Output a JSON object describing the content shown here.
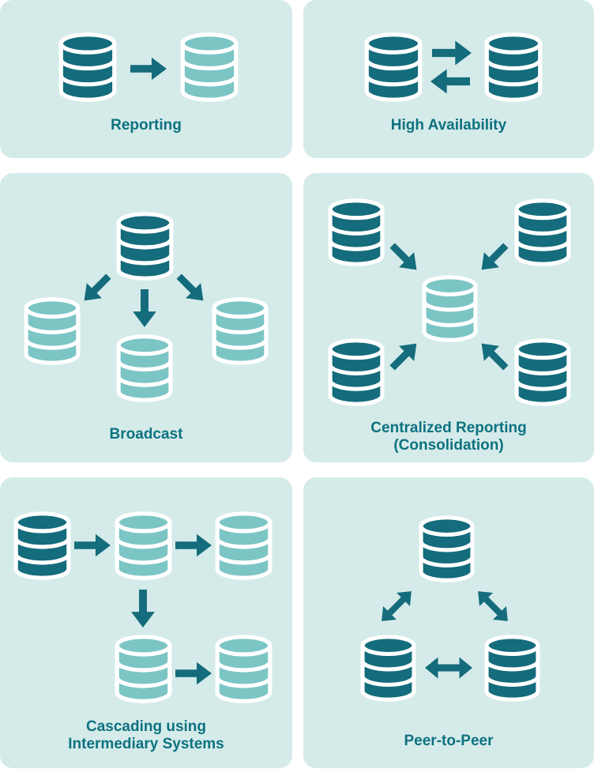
{
  "colors": {
    "page_bg": "#ffffff",
    "panel_bg": "#d5ebea",
    "db_dark": "#146c7c",
    "db_light": "#7cc5c5",
    "arrow": "#146c7c",
    "label_text": "#0d7280"
  },
  "icons": {
    "database": "database-cylinder-icon",
    "arrow": "solid-arrow-icon",
    "double_arrow": "solid-double-arrow-icon"
  },
  "panels": [
    {
      "id": "reporting",
      "label_lines": [
        "Reporting"
      ],
      "nodes": [
        "dark",
        "light"
      ],
      "flows": [
        "0->1"
      ]
    },
    {
      "id": "high-availability",
      "label_lines": [
        "High Availability"
      ],
      "nodes": [
        "dark",
        "dark"
      ],
      "flows": [
        "0->1",
        "1->0"
      ]
    },
    {
      "id": "broadcast",
      "label_lines": [
        "Broadcast"
      ],
      "nodes": [
        "dark",
        "light",
        "light",
        "light"
      ],
      "flows": [
        "0->1",
        "0->2",
        "0->3"
      ]
    },
    {
      "id": "centralized-reporting",
      "label_lines": [
        "Centralized Reporting",
        "(Consolidation)"
      ],
      "nodes": [
        "dark",
        "dark",
        "dark",
        "dark",
        "light"
      ],
      "flows": [
        "0->4",
        "1->4",
        "2->4",
        "3->4"
      ]
    },
    {
      "id": "cascading",
      "label_lines": [
        "Cascading using",
        "Intermediary Systems"
      ],
      "nodes": [
        "dark",
        "light",
        "light",
        "light",
        "light"
      ],
      "flows": [
        "0->1",
        "1->2",
        "1->3",
        "3->4"
      ]
    },
    {
      "id": "peer-to-peer",
      "label_lines": [
        "Peer-to-Peer"
      ],
      "nodes": [
        "dark",
        "dark",
        "dark"
      ],
      "flows": [
        "0<->1",
        "0<->2",
        "1<->2"
      ]
    }
  ]
}
